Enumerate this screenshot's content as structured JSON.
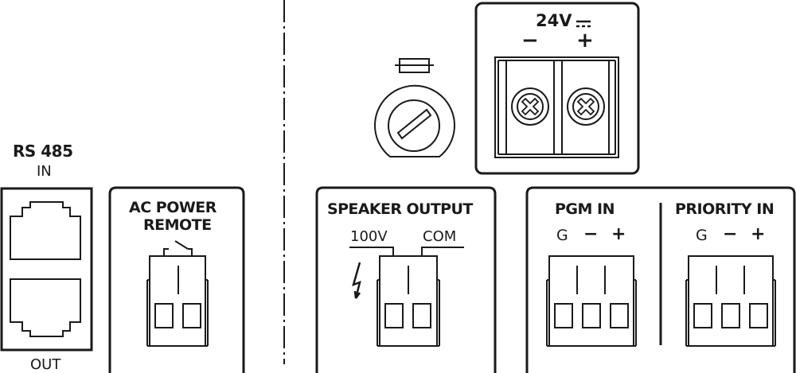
{
  "rs485": {
    "title": "RS 485",
    "in_label": "IN",
    "out_label": "OUT"
  },
  "ac_power_remote": {
    "title_line1": "AC POWER",
    "title_line2": "REMOTE"
  },
  "power_24v": {
    "title": "24V",
    "dc_symbol": "⎓",
    "minus_label": "−",
    "plus_label": "+"
  },
  "fuse": {
    "icon": "fuse-icon"
  },
  "speaker_output": {
    "title": "SPEAKER OUTPUT",
    "left_label": "100V",
    "right_label": "COM",
    "warning_icon": "lightning-bolt-icon"
  },
  "pgm_in": {
    "title": "PGM IN",
    "pins": [
      "G",
      "−",
      "+"
    ]
  },
  "priority_in": {
    "title": "PRIORITY IN",
    "pins": [
      "G",
      "−",
      "+"
    ]
  },
  "colors": {
    "line": "#1a1a1a",
    "background": "#ffffff"
  }
}
